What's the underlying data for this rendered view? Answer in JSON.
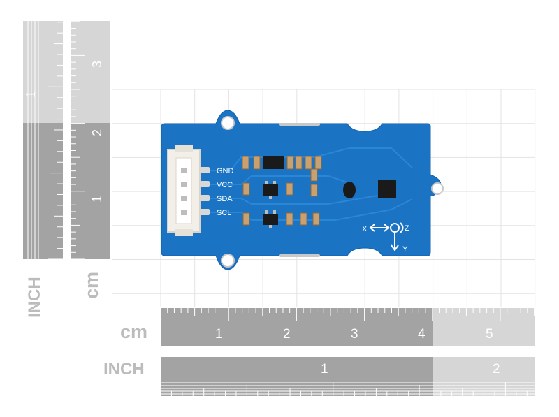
{
  "labels": {
    "cm": "cm",
    "inch": "INCH"
  },
  "bottom_cm_ruler": {
    "ticks": [
      "1",
      "2",
      "3",
      "4",
      "5"
    ]
  },
  "bottom_inch_ruler": {
    "ticks": [
      "1",
      "2"
    ]
  },
  "left_cm_ruler": {
    "ticks": [
      "1",
      "2",
      "3"
    ]
  },
  "left_inch_ruler": {
    "ticks": [
      "1"
    ]
  },
  "board": {
    "pins": [
      "GND",
      "VCC",
      "SDA",
      "SCL"
    ],
    "axis": {
      "x": "X",
      "y": "Y",
      "z": "Z"
    },
    "colors": {
      "pcb": "#1c77c9",
      "grid": "#e2e2e2",
      "ruler_dark": "#9e9e9e",
      "ruler_light": "#d4d4d4"
    }
  }
}
